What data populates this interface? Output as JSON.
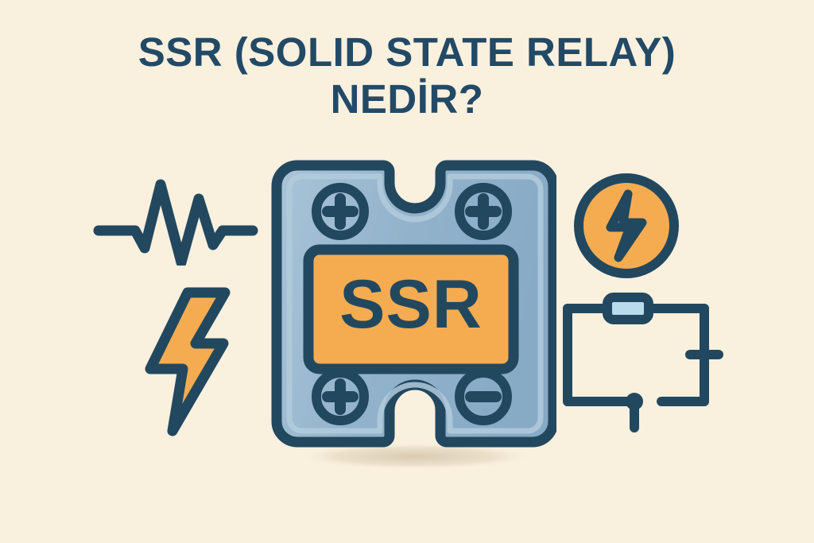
{
  "page": {
    "background_color": "#faf0de",
    "language": "tr"
  },
  "title": {
    "line1": "SSR (SOLID STATE RELAY)",
    "line2": "NEDİR?",
    "color": "#224a66"
  },
  "colors": {
    "background": "#faf0de",
    "ink_navy": "#22485f",
    "accent_orange": "#f5ac50",
    "relay_body_blue": "#8fb1ca",
    "relay_body_blue_light": "#a6c2d7",
    "resistor_fill": "#b8dcee",
    "bolt_accent_blue": "#6c9fc4",
    "shadow": "rgba(190,170,140,0.42)"
  },
  "relay_module": {
    "name": "solid-state-relay-module",
    "label_text": "SSR",
    "label_panel_color": "#f5ac50",
    "body_color": "#8fb1ca",
    "outline_color": "#22485f",
    "terminals": [
      {
        "position": "top-left",
        "symbol": "+",
        "name": "terminal-top-left"
      },
      {
        "position": "top-right",
        "symbol": "+",
        "name": "terminal-top-right"
      },
      {
        "position": "bottom-left",
        "symbol": "+",
        "name": "terminal-bottom-left"
      },
      {
        "position": "bottom-right",
        "symbol": "−",
        "name": "terminal-bottom-right"
      }
    ],
    "notches": [
      "top-center",
      "bottom-center"
    ]
  },
  "icons": {
    "waveform": {
      "name": "waveform-icon",
      "description": "electrical pulse / AC signal waveform line",
      "color": "#22485f"
    },
    "lightning_bolt": {
      "name": "lightning-bolt-icon",
      "description": "large power / energy lightning bolt",
      "fill": "#f5ac50",
      "outline": "#22485f"
    },
    "power_badge": {
      "name": "power-bolt-badge-icon",
      "description": "orange circle badge containing a lightning bolt",
      "circle_fill": "#f5ac50",
      "outline": "#22485f",
      "bolt_accent": "#6c9fc4"
    },
    "circuit": {
      "name": "circuit-diagram-icon",
      "description": "closed loop circuit with resistor, battery cell and junction node",
      "line_color": "#22485f",
      "resistor_fill": "#b8dcee",
      "components": [
        "resistor",
        "battery-cell",
        "junction-node",
        "open-contact-gap"
      ]
    }
  }
}
